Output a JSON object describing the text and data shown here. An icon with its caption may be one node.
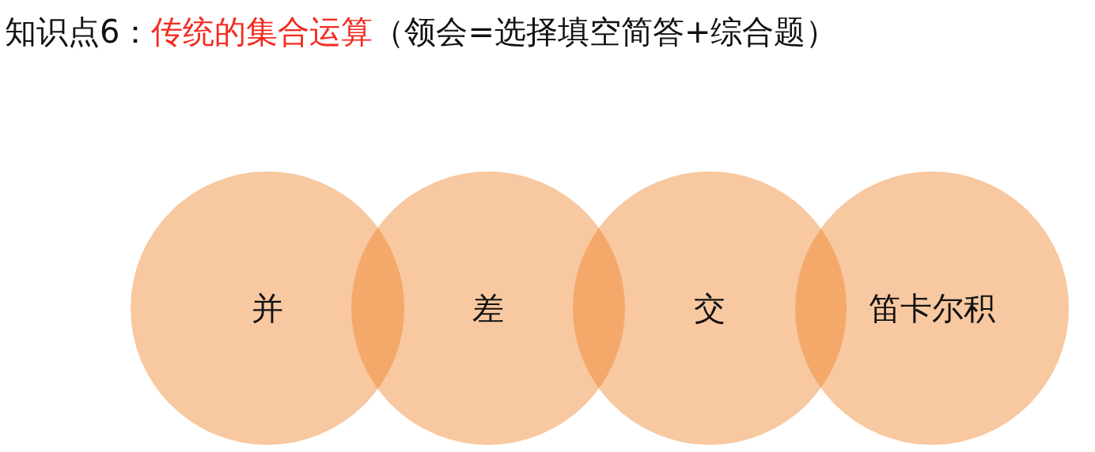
{
  "diagram": {
    "title": "知识点6：**传统的集合运算**（领会=选择填空简答+综合题）",
    "nodes": [
      {
        "text": [
          "并"
        ]
      },
      {
        "text": [
          "差"
        ]
      },
      {
        "text": [
          "交"
        ]
      },
      {
        "text": [
          "笛卡尔积"
        ]
      }
    ]
  }
}
